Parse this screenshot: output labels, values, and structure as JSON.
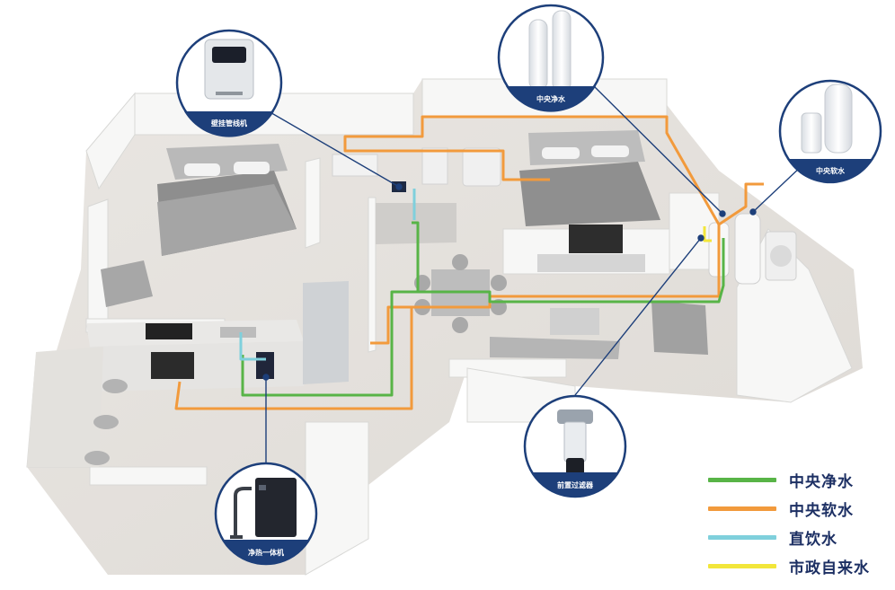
{
  "colors": {
    "central_purified": "#58b447",
    "central_softened": "#f29a3c",
    "direct_drinking": "#7fd0dc",
    "municipal": "#f2e63a",
    "callout_border": "#1d3f7a",
    "label_text": "#1c2f63"
  },
  "callouts": {
    "wall_pipeline": {
      "label": "壁挂管线机",
      "icon": "wall-mounted-dispenser-icon"
    },
    "central_purifier": {
      "label": "中央净水",
      "icon": "twin-filter-tanks-icon"
    },
    "central_softener": {
      "label": "中央软水",
      "icon": "water-softener-icon"
    },
    "prefilter": {
      "label": "前置过滤器",
      "icon": "prefilter-icon"
    },
    "hot_cold_unit": {
      "label": "净热一体机",
      "icon": "purifier-faucet-icon"
    }
  },
  "legend": [
    {
      "label": "中央净水",
      "color": "#58b447"
    },
    {
      "label": "中央软水",
      "color": "#f29a3c"
    },
    {
      "label": "直饮水",
      "color": "#7fd0dc"
    },
    {
      "label": "市政自来水",
      "color": "#f2e63a"
    }
  ]
}
